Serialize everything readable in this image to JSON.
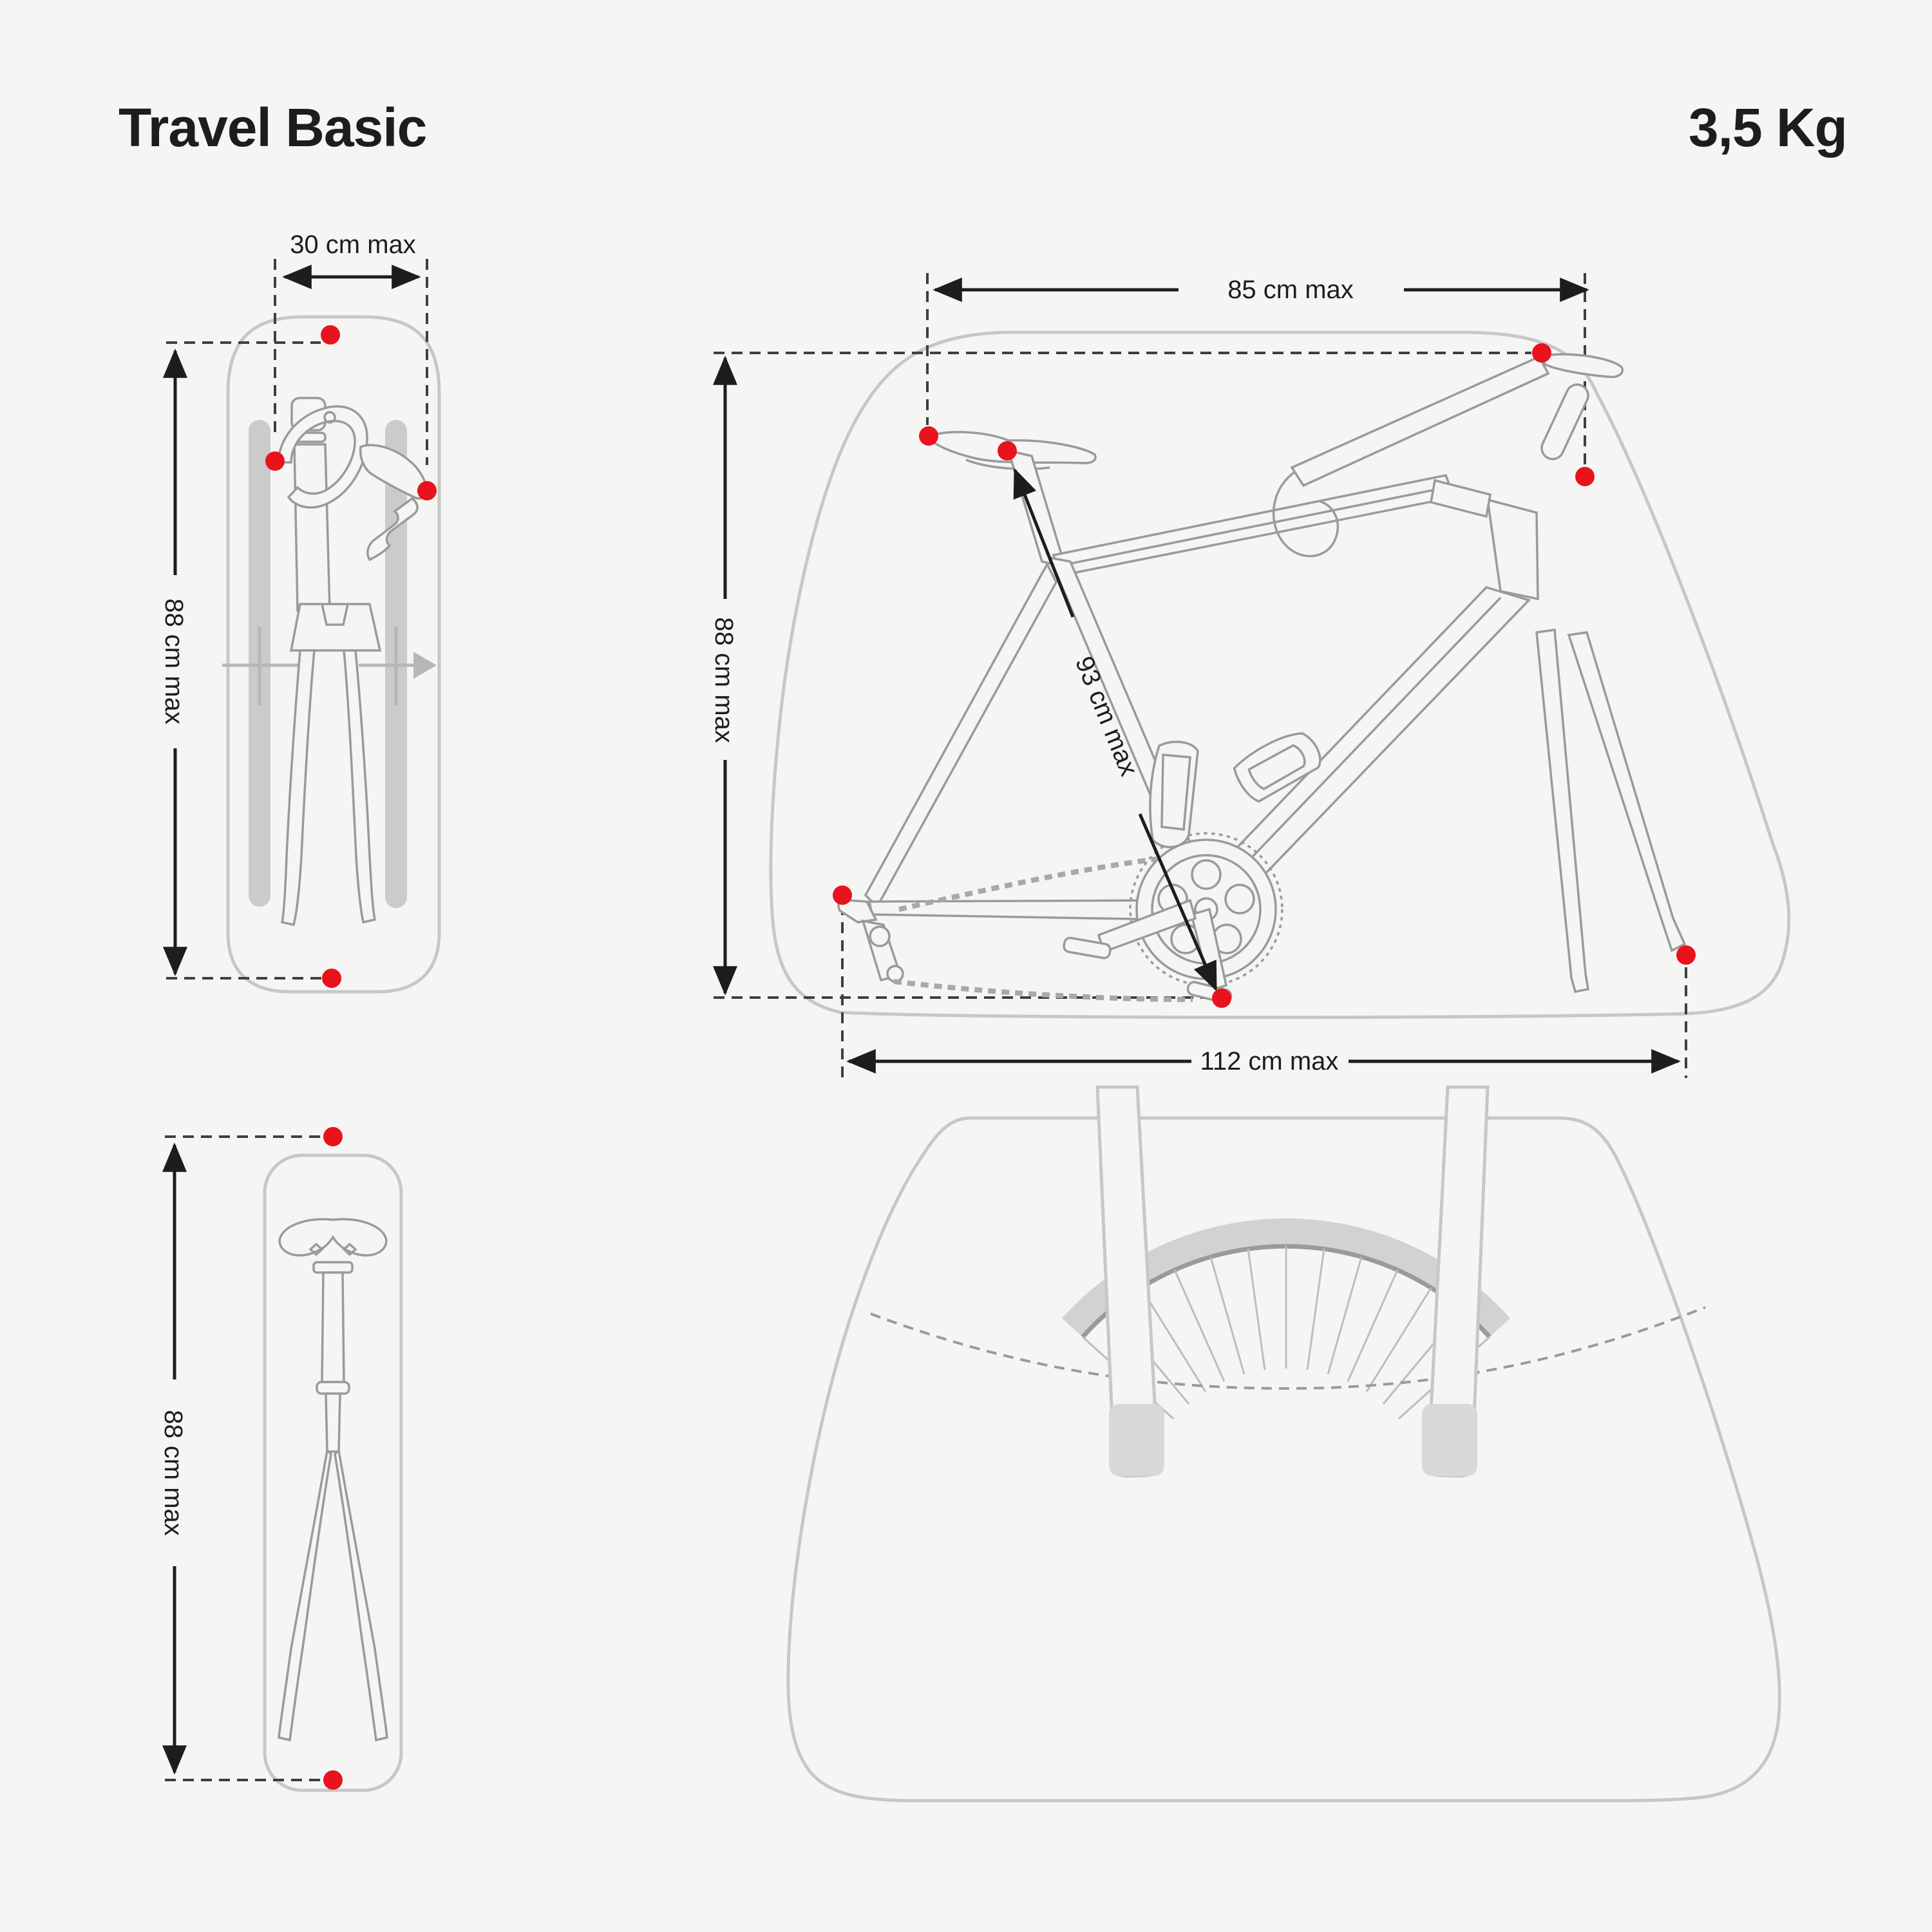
{
  "title": "Travel Basic",
  "weight": "3,5 Kg",
  "dimensions": {
    "fork_bag_width": "30 cm max",
    "fork_bag_height": "88 cm max",
    "bike_bag_top_width": "85 cm max",
    "bike_bag_height": "88 cm max",
    "bike_bag_diagonal": "93 cm max",
    "bike_bag_bottom_width": "112 cm max",
    "seatpost_bag_height": "88 cm max"
  },
  "colors": {
    "background": "#f5f5f4",
    "text": "#1d1d1b",
    "marker_red": "#e8131c",
    "bag_outline_grey": "#c7c7c7",
    "sketch_grey": "#9a9a9a",
    "wheel_grey": "#cbcbcb"
  }
}
